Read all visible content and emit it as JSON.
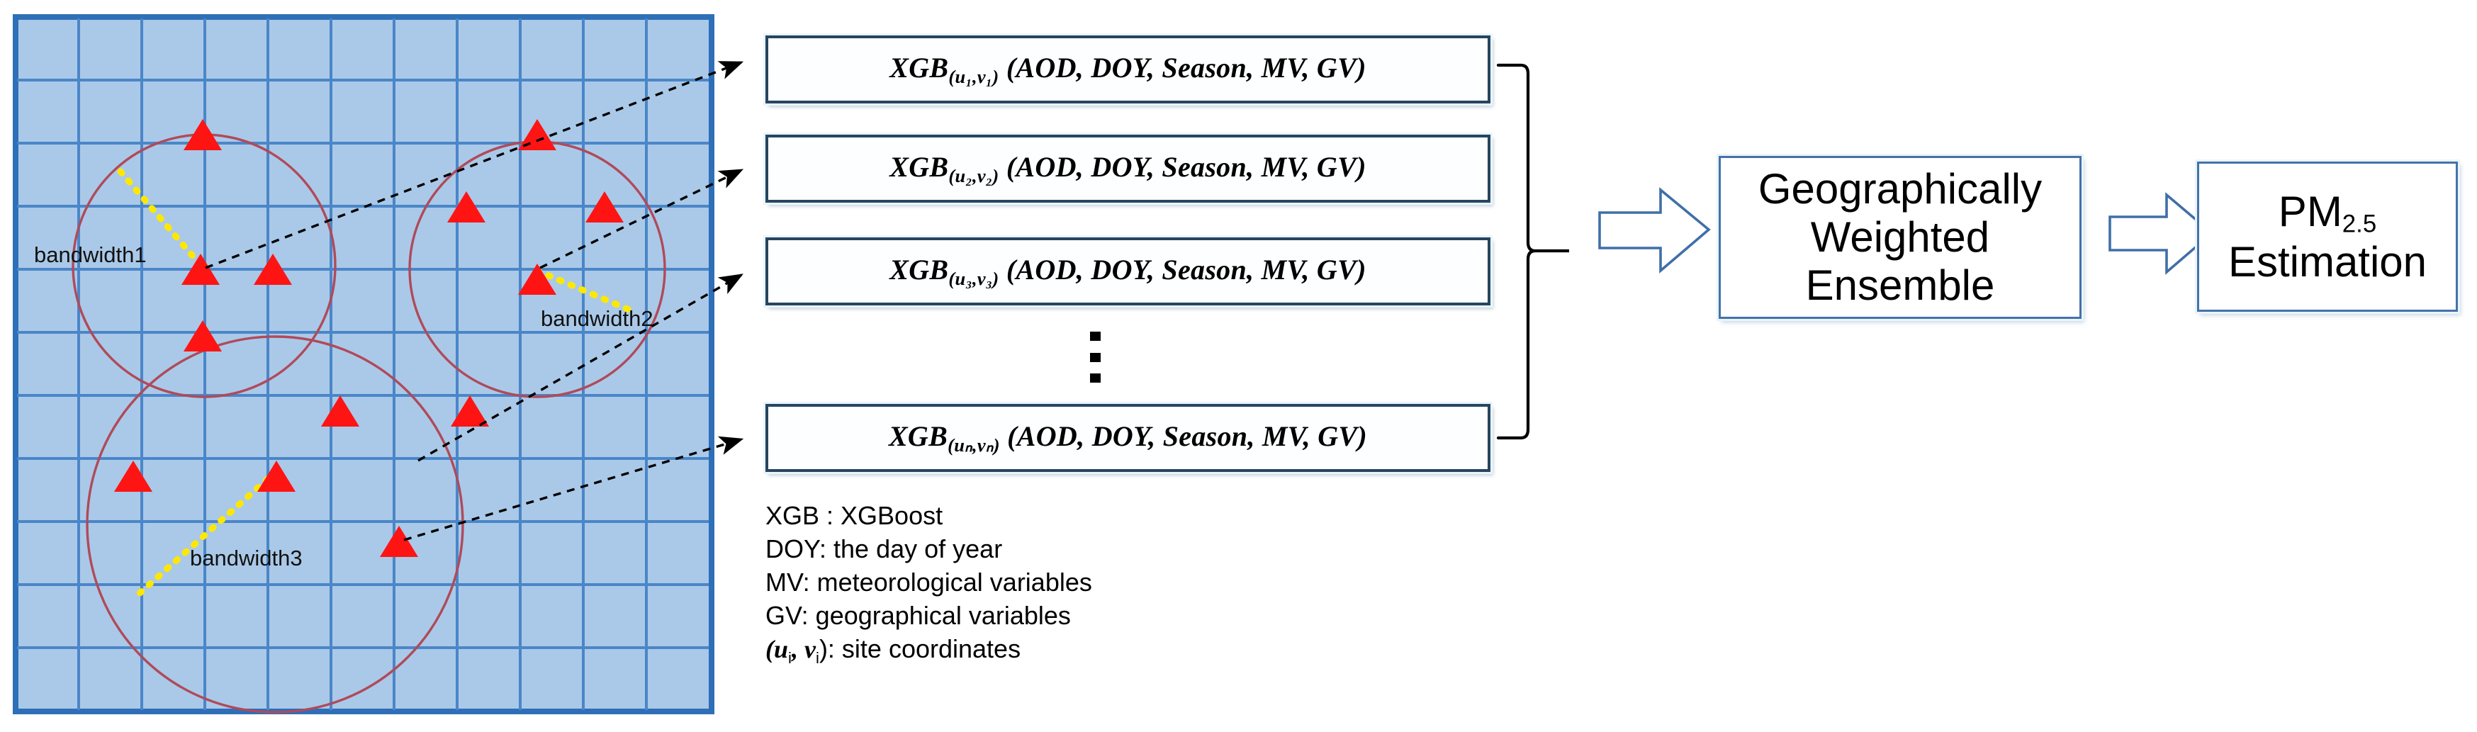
{
  "figure": {
    "type": "diagram",
    "title": "Geographically Weighted Ensemble XGBoost workflow for PM2.5 estimation"
  },
  "map": {
    "name": "study-area-grid",
    "fill_color": "#aac9e8",
    "grid_line_color": "#4a86c8",
    "border_color": "#2e6fb7",
    "circle_color": "#b04a5a",
    "site_marker_color": "#ff1414",
    "bandwidth_line_color": "#ffe800",
    "grid_cols": 11,
    "grid_rows": 11,
    "bandwidth_labels": [
      {
        "id": "bandwidth1",
        "text": "bandwidth1"
      },
      {
        "id": "bandwidth2",
        "text": "bandwidth2"
      },
      {
        "id": "bandwidth3",
        "text": "bandwidth3"
      }
    ],
    "site_count": 14,
    "circle_count": 3
  },
  "models": {
    "boxes": [
      {
        "prefix": "XGB",
        "sub": "(u₁,v₁)",
        "args": "(AOD, DOY, Season, MV, GV)"
      },
      {
        "prefix": "XGB",
        "sub": "(u₂,v₂)",
        "args": "(AOD, DOY, Season, MV, GV)"
      },
      {
        "prefix": "XGB",
        "sub": "(u₃,v₃)",
        "args": "(AOD, DOY, Season, MV, GV)"
      },
      {
        "prefix": "XGB",
        "sub": "(uₙ,vₙ)",
        "args": "(AOD, DOY, Season, MV, GV)"
      }
    ],
    "continuation": "vertical-ellipsis"
  },
  "legend": {
    "lines": [
      "XGB :  XGBoost",
      "DOY: the day of year",
      "MV: meteorological variables",
      "GV: geographical variables"
    ],
    "coord_line_prefix": "(u",
    "coord_line_sub_i": "i",
    "coord_line_mid": ", v",
    "coord_line_suffix": "): site coordinates"
  },
  "stages": [
    {
      "id": "gwe",
      "label": "Geographically\nWeighted\nEnsemble"
    },
    {
      "id": "pm25",
      "label_main": "PM",
      "label_sub": "2.5",
      "label_second": "Estimation"
    }
  ],
  "colors": {
    "box_border": "#27455f",
    "stage_border": "#4472a8",
    "arrow_stroke": "#3f6fa8",
    "bracket": "#000000"
  }
}
